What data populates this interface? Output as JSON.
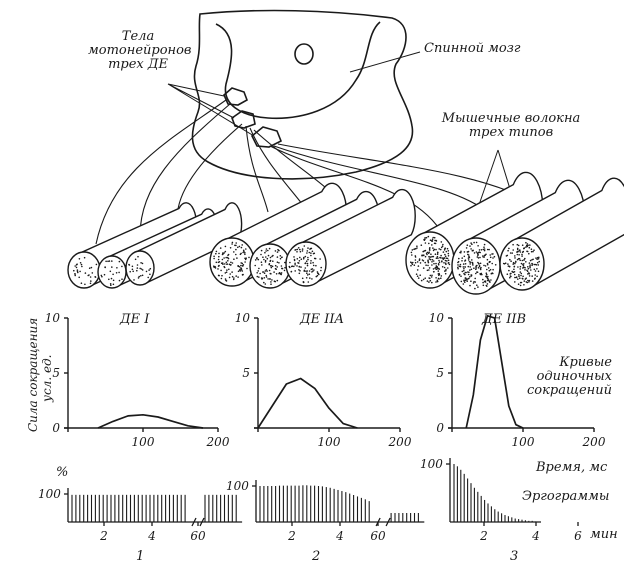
{
  "labels": {
    "motoneurons": [
      "Тела",
      "мотонейронов",
      "трех ДЕ"
    ],
    "spinal_cord": "Спинной мозг",
    "muscle_fibers": [
      "Мышечные волокна",
      "трех типов"
    ],
    "y_axis": [
      "Сила сокращения",
      "усл. ед."
    ],
    "twitch_curves": [
      "Кривые",
      "одиночных",
      "сокращений"
    ],
    "time_axis": "Время, мс",
    "ergograms": "Эргограммы",
    "percent": "%",
    "min_unit": "мин"
  },
  "units": [
    {
      "name": "ДЕ I",
      "number": "1"
    },
    {
      "name": "ДЕ IIA",
      "number": "2"
    },
    {
      "name": "ДЕ IIB",
      "number": "3"
    }
  ],
  "chart_data": [
    {
      "type": "line",
      "title": "ДЕ I",
      "xlim": [
        0,
        200
      ],
      "ylim": [
        0,
        10
      ],
      "xticks": [
        "100",
        "200"
      ],
      "yticks": [
        "0",
        "5",
        "10"
      ],
      "series": [
        {
          "x": [
            40,
            60,
            80,
            100,
            120,
            140,
            160,
            180
          ],
          "y": [
            0,
            0.6,
            1.1,
            1.2,
            1.0,
            0.6,
            0.2,
            0
          ]
        }
      ]
    },
    {
      "type": "line",
      "title": "ДЕ IIA",
      "xlim": [
        0,
        200
      ],
      "ylim": [
        0,
        10
      ],
      "xticks": [
        "100",
        "200"
      ],
      "yticks": [
        "5",
        "10"
      ],
      "series": [
        {
          "x": [
            0,
            20,
            40,
            60,
            80,
            100,
            120,
            140
          ],
          "y": [
            0,
            2.0,
            4.0,
            4.5,
            3.6,
            1.8,
            0.4,
            0
          ]
        }
      ]
    },
    {
      "type": "line",
      "title": "ДЕ IIB",
      "xlim": [
        0,
        200
      ],
      "ylim": [
        0,
        10
      ],
      "xticks": [
        "100",
        "200"
      ],
      "yticks": [
        "0",
        "5",
        "10"
      ],
      "series": [
        {
          "x": [
            20,
            30,
            40,
            50,
            60,
            70,
            80,
            90,
            100
          ],
          "y": [
            0,
            3.0,
            8.0,
            10.2,
            10.0,
            6.0,
            2.0,
            0.3,
            0
          ]
        }
      ]
    },
    {
      "type": "bar",
      "title": "",
      "ylim": [
        0,
        100
      ],
      "yticks": [
        "100"
      ],
      "xticks": [
        "2",
        "4",
        "60"
      ],
      "values": [
        97,
        97,
        97,
        97,
        97,
        97,
        97,
        97,
        97,
        97,
        97,
        97,
        97,
        97,
        97,
        97,
        97,
        97,
        97,
        97,
        97,
        97,
        97,
        97,
        97,
        97,
        97,
        97,
        97,
        97
      ],
      "break_values": [
        97,
        97,
        97,
        97,
        97,
        97,
        97,
        97,
        97
      ]
    },
    {
      "type": "bar",
      "title": "",
      "ylim": [
        0,
        100
      ],
      "yticks": [
        "100"
      ],
      "xticks": [
        "2",
        "4",
        "60"
      ],
      "values": [
        100,
        100,
        100,
        100,
        100,
        101,
        101,
        101,
        101,
        101,
        101,
        102,
        102,
        101,
        101,
        100,
        99,
        97,
        95,
        92,
        89,
        86,
        83,
        79,
        75,
        71,
        67,
        63,
        58
      ],
      "break_values": [
        25,
        25,
        25,
        25,
        25,
        25,
        25,
        25
      ]
    },
    {
      "type": "bar",
      "title": "",
      "ylim": [
        0,
        100
      ],
      "yticks": [
        "100"
      ],
      "xticks": [
        "2",
        "4",
        "6"
      ],
      "values": [
        100,
        96,
        90,
        83,
        75,
        67,
        59,
        52,
        45,
        38,
        32,
        27,
        22,
        18,
        15,
        12,
        10,
        8,
        6,
        5,
        4,
        3,
        2,
        2,
        1
      ]
    }
  ]
}
